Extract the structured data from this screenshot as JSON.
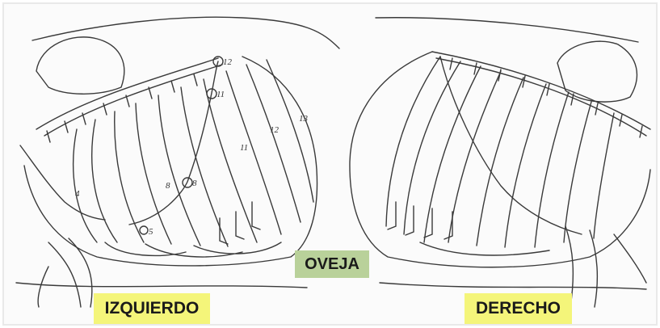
{
  "labels": {
    "left_side": "IZQUIERDO",
    "center": "OVEJA",
    "right_side": "DERECHO"
  },
  "rib_numbers": {
    "r4": "4",
    "r8": "8",
    "r11": "11",
    "r12": "12",
    "c8": "8",
    "c11": "11",
    "c12": "12",
    "c5": "5",
    "c13": "13"
  },
  "colors": {
    "yellow_tag": "#f4f57a",
    "green_tag": "#b9d19a",
    "ink": "#3a3a3a",
    "background": "#ffffff",
    "frame": "#f2f2f2"
  }
}
